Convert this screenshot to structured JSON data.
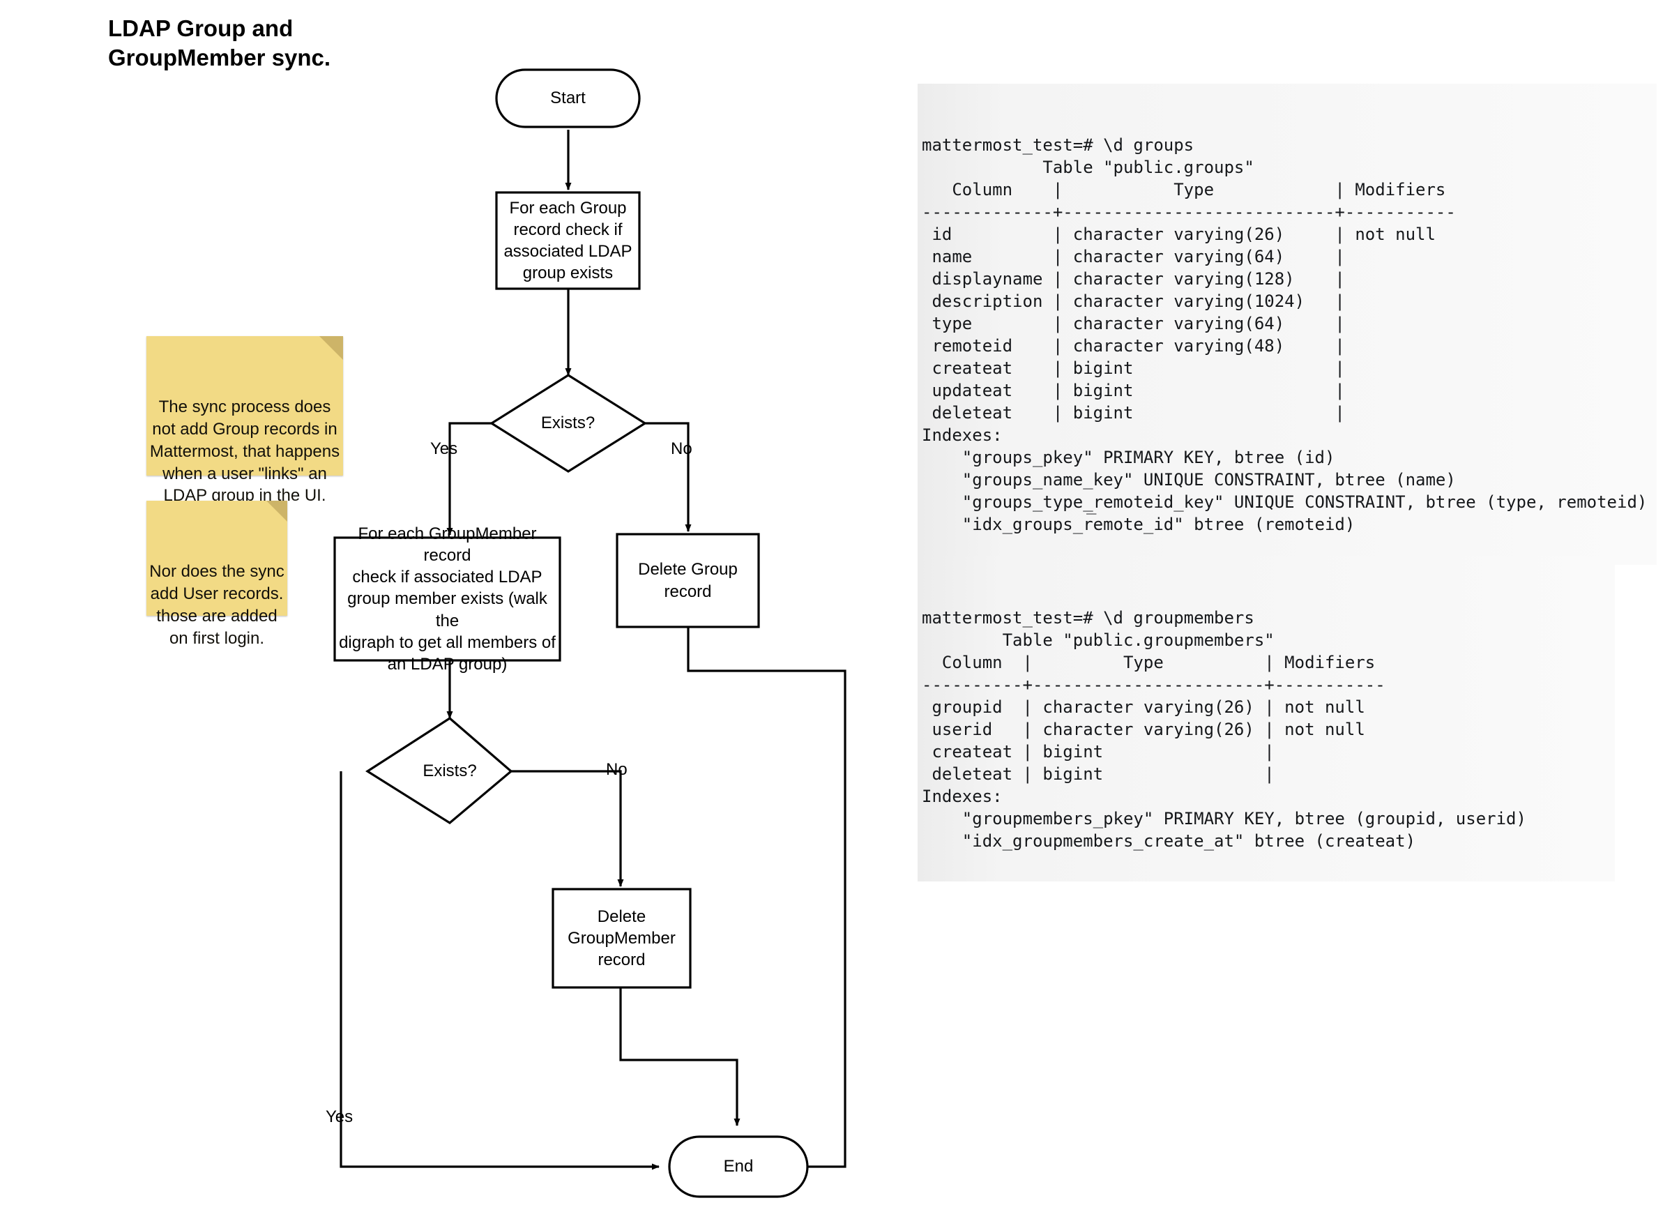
{
  "page": {
    "title": "LDAP Group and\nGroupMember sync.",
    "background_color": "#ffffff"
  },
  "colors": {
    "note_fill": "#f2da85",
    "note_fold": "#cdb468",
    "stroke": "#000000",
    "terminal_bg": "#f5f5f5"
  },
  "flowchart": {
    "nodes": [
      {
        "id": "start",
        "shape": "terminator",
        "label": "Start"
      },
      {
        "id": "for-each-group",
        "shape": "process",
        "label": "For each Group\nrecord check if\nassociated LDAP\ngroup exists"
      },
      {
        "id": "exists-group",
        "shape": "decision",
        "label": "Exists?"
      },
      {
        "id": "for-each-groupmember",
        "shape": "process",
        "label": "For each GroupMember record\ncheck if associated LDAP\ngroup member exists (walk the\ndigraph to get all members of\nan LDAP group)"
      },
      {
        "id": "delete-group",
        "shape": "process",
        "label": "Delete Group\nrecord"
      },
      {
        "id": "exists-groupmember",
        "shape": "decision",
        "label": "Exists?"
      },
      {
        "id": "delete-groupmember",
        "shape": "process",
        "label": "Delete\nGroupMember\nrecord"
      },
      {
        "id": "end",
        "shape": "terminator",
        "label": "End"
      }
    ],
    "edge_labels": [
      {
        "id": "group-yes",
        "label": "Yes"
      },
      {
        "id": "group-no",
        "label": "No"
      },
      {
        "id": "member-no",
        "label": "No"
      },
      {
        "id": "member-yes",
        "label": "Yes"
      }
    ]
  },
  "notes": [
    {
      "id": "note-groups",
      "text": "The sync process does\nnot add Group records in\nMattermost, that happens\nwhen a user \"links\" an\nLDAP group in the UI."
    },
    {
      "id": "note-users",
      "text": "Nor does the sync\nadd User records.\nthose are added\non first login."
    }
  ],
  "terminals": [
    {
      "id": "groups-table",
      "prompt": "mattermost_test=# \\d groups",
      "text": "mattermost_test=# \\d groups\n            Table \"public.groups\"\n   Column    |           Type            | Modifiers\n-------------+---------------------------+-----------\n id          | character varying(26)     | not null\n name        | character varying(64)     |\n displayname | character varying(128)    |\n description | character varying(1024)   |\n type        | character varying(64)     |\n remoteid    | character varying(48)     |\n createat    | bigint                    |\n updateat    | bigint                    |\n deleteat    | bigint                    |\nIndexes:\n    \"groups_pkey\" PRIMARY KEY, btree (id)\n    \"groups_name_key\" UNIQUE CONSTRAINT, btree (name)\n    \"groups_type_remoteid_key\" UNIQUE CONSTRAINT, btree (type, remoteid)\n    \"idx_groups_remote_id\" btree (remoteid)",
      "cursor": "_"
    },
    {
      "id": "groupmembers-table",
      "prompt": "mattermost_test=# \\d groupmembers",
      "text": "mattermost_test=# \\d groupmembers\n        Table \"public.groupmembers\"\n  Column  |         Type          | Modifiers\n----------+-----------------------+-----------\n groupid  | character varying(26) | not null\n userid   | character varying(26) | not null\n createat | bigint                |\n deleteat | bigint                |\nIndexes:\n    \"groupmembers_pkey\" PRIMARY KEY, btree (groupid, userid)\n    \"idx_groupmembers_create_at\" btree (createat)"
    }
  ]
}
